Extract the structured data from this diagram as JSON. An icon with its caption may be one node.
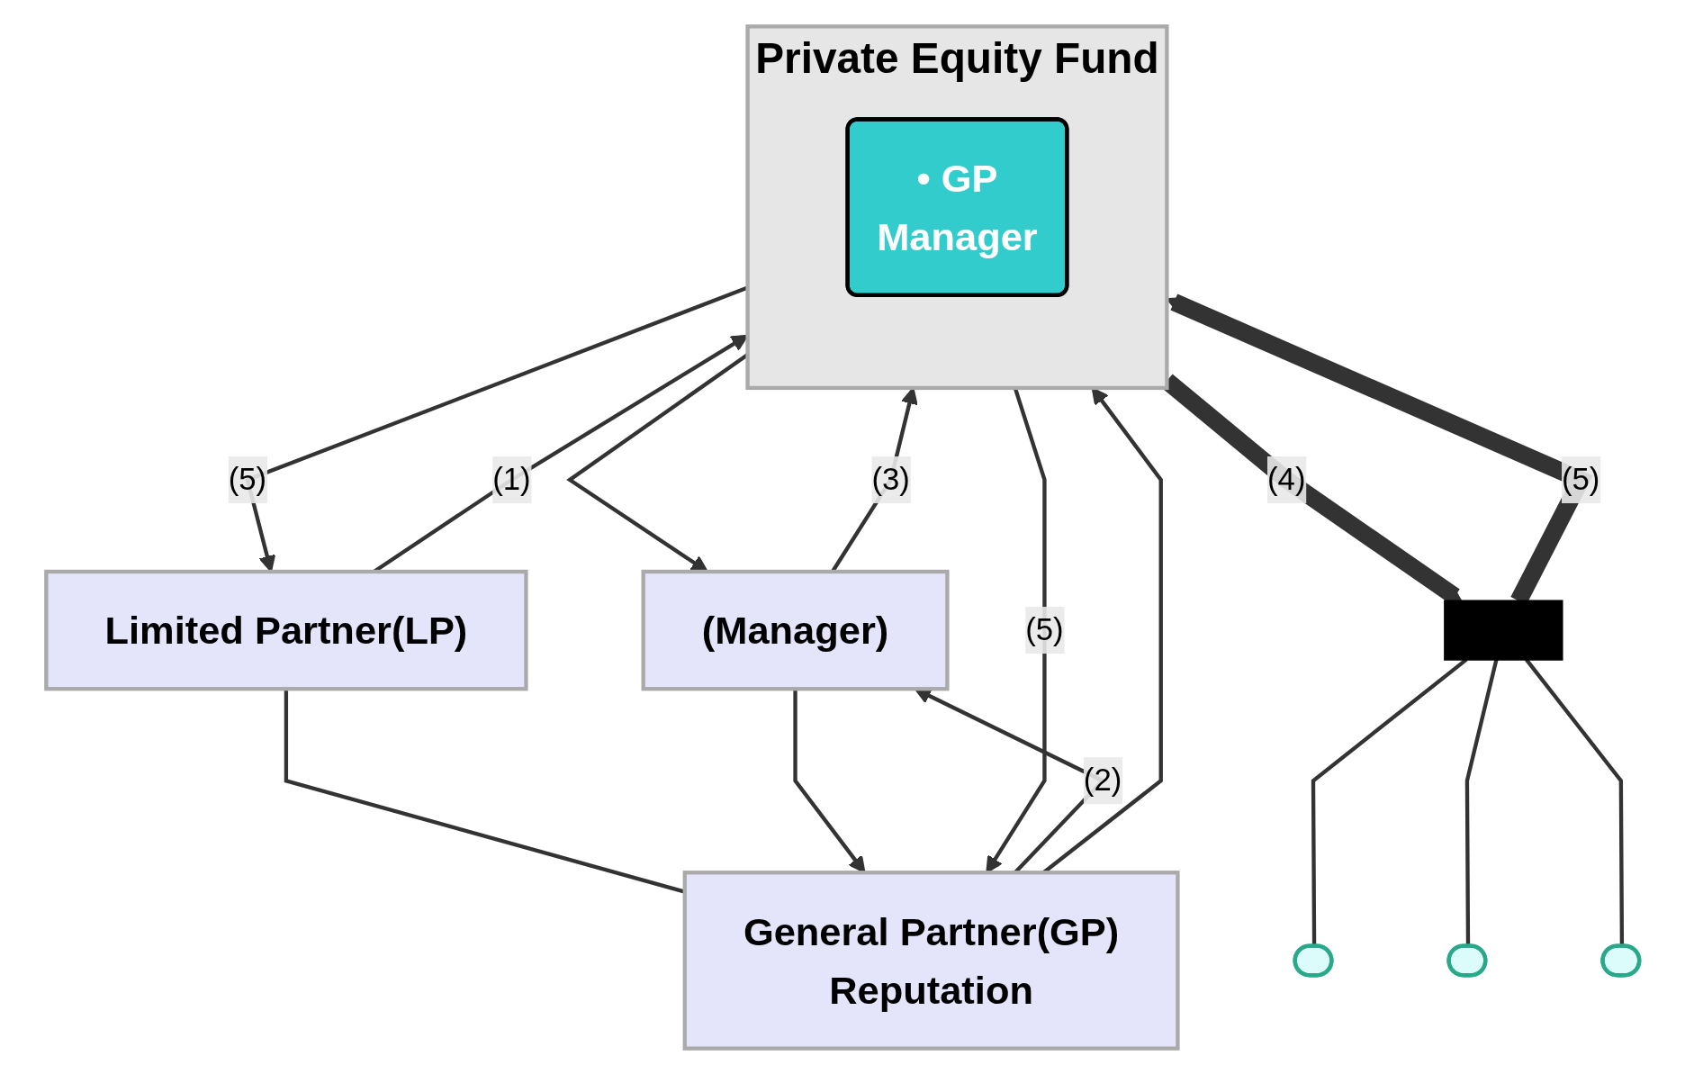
{
  "diagram": {
    "nodes": [
      {
        "text": [
          "Limited Partner(LP)"
        ]
      },
      {
        "text": [
          "General Partner(GP)",
          "Reputation"
        ]
      },
      {
        "text": [
          "(Manager)"
        ]
      },
      {
        "text": [
          "Private Equity Fund"
        ]
      },
      {
        "text": [
          "• GP",
          "Manager"
        ],
        "in": 3
      },
      {
        "text": [],
        "shape": "bar"
      },
      {
        "text": [],
        "shape": "ellipse"
      },
      {
        "text": [],
        "shape": "ellipse"
      },
      {
        "text": [],
        "shape": "ellipse"
      }
    ],
    "edges": [
      {
        "from": 0,
        "to": 1,
        "arrow": "none"
      },
      {
        "from": 0,
        "to": 3,
        "arrow": "to",
        "label": "(1)"
      },
      {
        "from": 1,
        "to": 3,
        "arrow": "to"
      },
      {
        "from": 2,
        "to": 1,
        "arrow": "to"
      },
      {
        "from": 1,
        "to": 2,
        "arrow": "to",
        "label": "(2)"
      },
      {
        "from": 2,
        "to": 3,
        "arrow": "to",
        "label": "(3)"
      },
      {
        "from": 3,
        "to": 2,
        "arrow": "to"
      },
      {
        "from": 3,
        "to": 1,
        "arrow": "to",
        "label": "(5)"
      },
      {
        "from": 3,
        "to": 0,
        "arrow": "to",
        "label": "(5)"
      },
      {
        "from": 3,
        "to": 5,
        "arrow": "to",
        "label": "(4)",
        "style": "thick"
      },
      {
        "from": 5,
        "to": 3,
        "arrow": "to",
        "label": "(5)",
        "style": "thick"
      },
      {
        "from": 5,
        "to": 6,
        "arrow": "none"
      },
      {
        "from": 5,
        "to": 7,
        "arrow": "none"
      },
      {
        "from": 5,
        "to": 8,
        "arrow": "none"
      }
    ]
  }
}
